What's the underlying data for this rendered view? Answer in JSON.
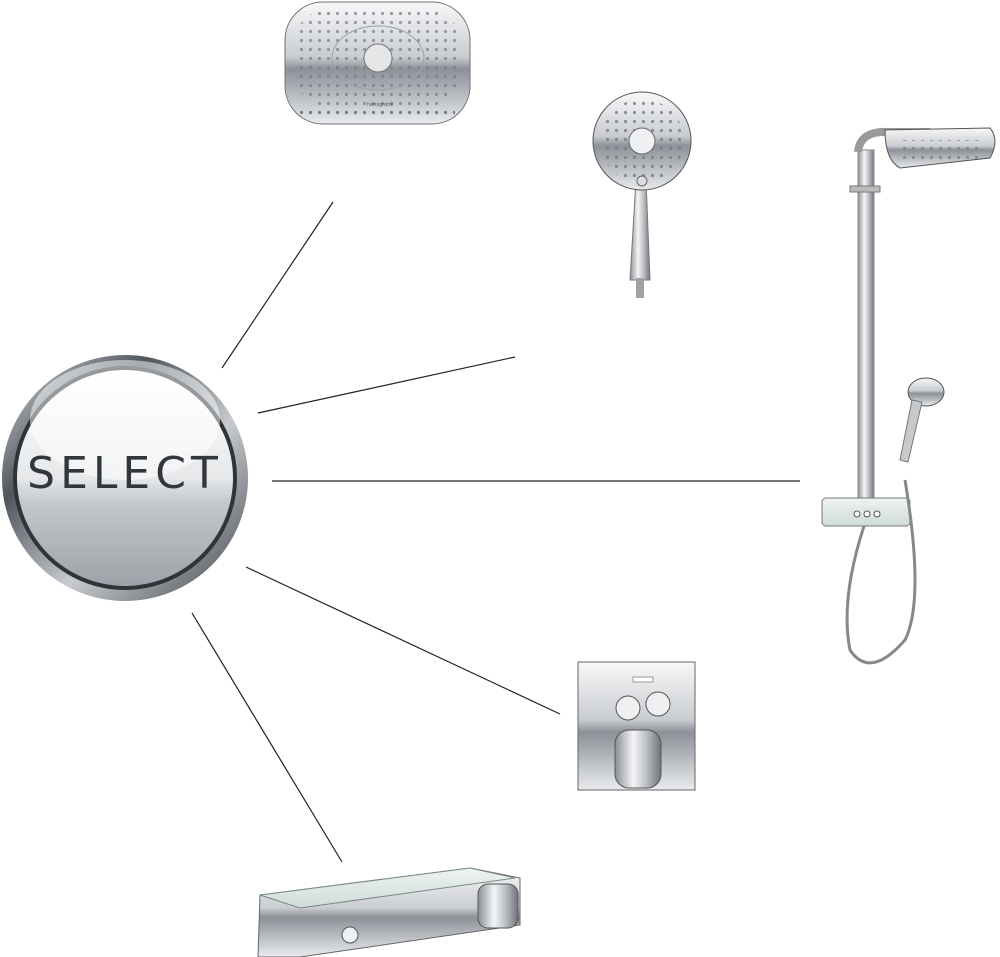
{
  "select_button": {
    "label": "SELECT",
    "icon": "chrome-round-button"
  },
  "brand_logo": "hansgrohe",
  "products": [
    {
      "name": "overhead-shower",
      "icon": "rectangular-rain-shower-head"
    },
    {
      "name": "hand-shower",
      "icon": "round-hand-shower"
    },
    {
      "name": "shower-column",
      "icon": "showerpipe-with-thermostat-shelf"
    },
    {
      "name": "concealed-thermostat",
      "icon": "square-two-button-thermostat-plate"
    },
    {
      "name": "bath-thermostat",
      "icon": "exposed-shelf-thermostat"
    }
  ],
  "colors": {
    "line": "#222222",
    "chrome_dark": "#3a3f45",
    "chrome_light": "#f2f3f5",
    "glass": "#dfe9e6"
  }
}
